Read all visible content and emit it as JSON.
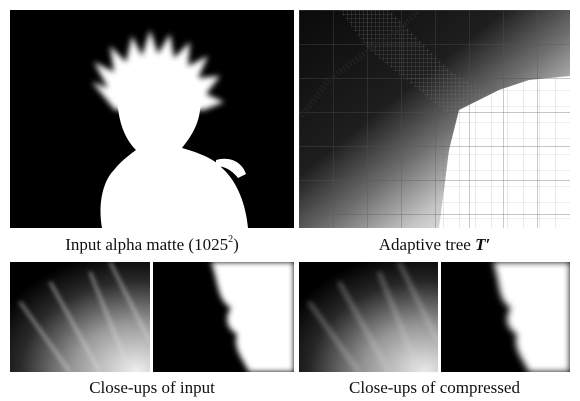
{
  "captions": {
    "matte_prefix": "Input alpha matte (1025",
    "matte_sup": "2",
    "matte_suffix": ")",
    "tree_prefix": "Adaptive tree ",
    "tree_symbol": "T′",
    "closeups_input": "Close-ups of input",
    "closeups_compressed": "Close-ups of compressed"
  }
}
